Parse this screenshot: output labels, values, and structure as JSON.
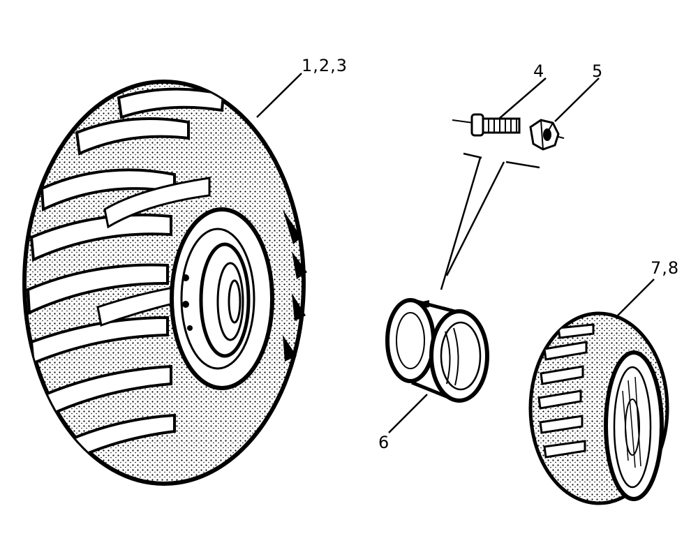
{
  "callouts": {
    "tractor_tire": "1,2,3",
    "wheel_bolt": "4",
    "wheel_nut": "5",
    "rim": "6",
    "front_tire": "7,8"
  },
  "colors": {
    "ink": "#000000",
    "paper": "#ffffff"
  }
}
